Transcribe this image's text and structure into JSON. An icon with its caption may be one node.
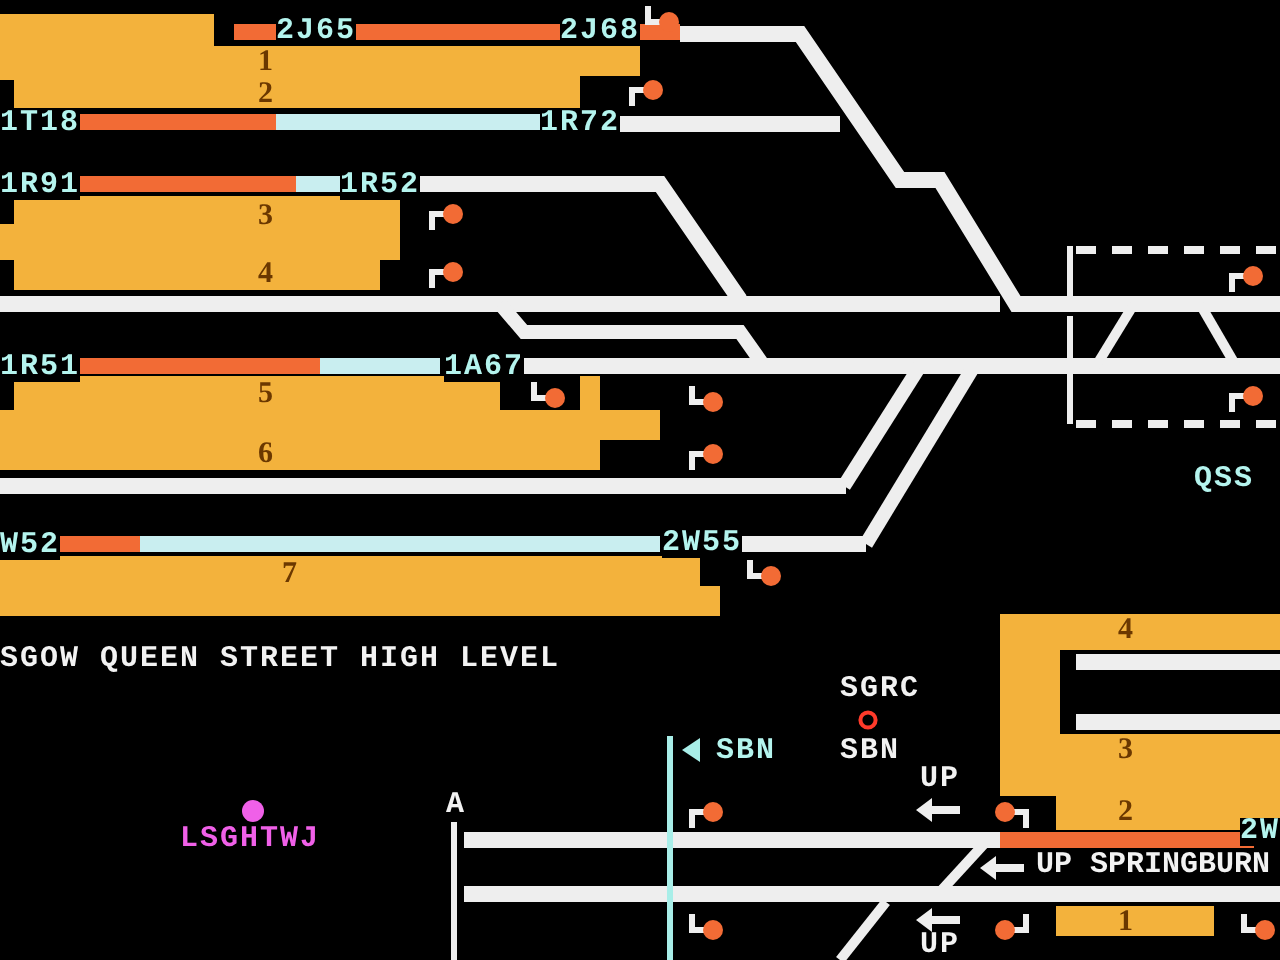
{
  "diagram": {
    "labels": [
      "2J65",
      "2J68",
      "1",
      "2",
      "1T18",
      "1R72",
      "1R91",
      "1R52",
      "3",
      "4",
      "1R51",
      "1A67",
      "5",
      "6",
      "QSS",
      "W52",
      "2W55",
      "7",
      "4",
      "SGOW QUEEN STREET HIGH LEVEL",
      "SGRC",
      "SBN",
      "SBN",
      "3",
      "UP",
      "A",
      "2",
      "LSGHTWJ",
      "2W",
      "UP SPRINGBURN",
      "1",
      "UP"
    ]
  }
}
